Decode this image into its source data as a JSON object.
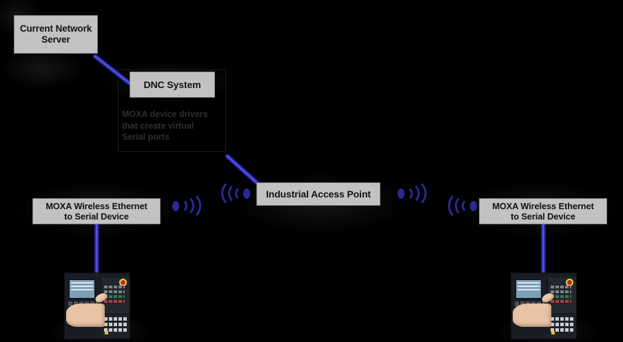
{
  "diagram": {
    "title": "DNC wireless serial network topology",
    "background_color": "#000000",
    "node_fill_color": "#c2c2c2",
    "node_border_color": "#7a7a7a",
    "cable_color": "#2a2aa8",
    "wifi_color": "#2a2a96",
    "text_color": "#111111"
  },
  "nodes": {
    "server": {
      "label": "Current Network\nServer",
      "name": "current-network-server"
    },
    "dnc": {
      "label": "DNC System",
      "name": "dnc-system"
    },
    "access_point": {
      "label": "Industrial Access Point",
      "name": "industrial-access-point"
    },
    "moxa_left": {
      "label": "MOXA Wireless Ethernet\nto Serial Device",
      "name": "moxa-wireless-ethernet-to-serial-device-left"
    },
    "moxa_right": {
      "label": "MOXA Wireless Ethernet\nto Serial Device",
      "name": "moxa-wireless-ethernet-to-serial-device-right"
    }
  },
  "annotations": {
    "dnc_note": "MOXA device drivers\nthat create virtual\nSerial ports"
  },
  "machines": {
    "left": {
      "caption": "CNC machine control panel with operator hand"
    },
    "right": {
      "caption": "CNC machine control panel with operator hand"
    }
  },
  "icons": {
    "wifi_moxa_left": "wifi-signal-icon",
    "wifi_ap_left": "wifi-signal-icon",
    "wifi_ap_right": "wifi-signal-icon",
    "wifi_moxa_right": "wifi-signal-icon"
  },
  "links": {
    "server_to_dnc": "network cable",
    "dnc_to_access_point": "network cable",
    "moxa_left_to_cnc": "serial cable",
    "moxa_right_to_cnc": "serial cable"
  }
}
